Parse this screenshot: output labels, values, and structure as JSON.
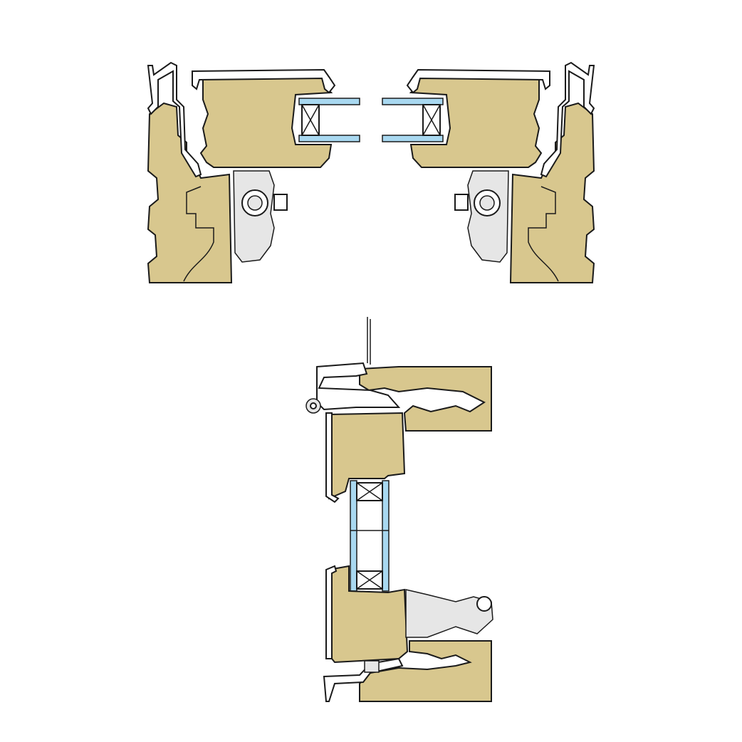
{
  "colors": {
    "wood": "#D8C78E",
    "glass": "#A8D8F0",
    "outline": "#1a1a1a",
    "background": "#FFFFFF"
  },
  "sections": [
    {
      "id": "horizontal-section-left"
    },
    {
      "id": "horizontal-section-right"
    },
    {
      "id": "vertical-section"
    }
  ]
}
